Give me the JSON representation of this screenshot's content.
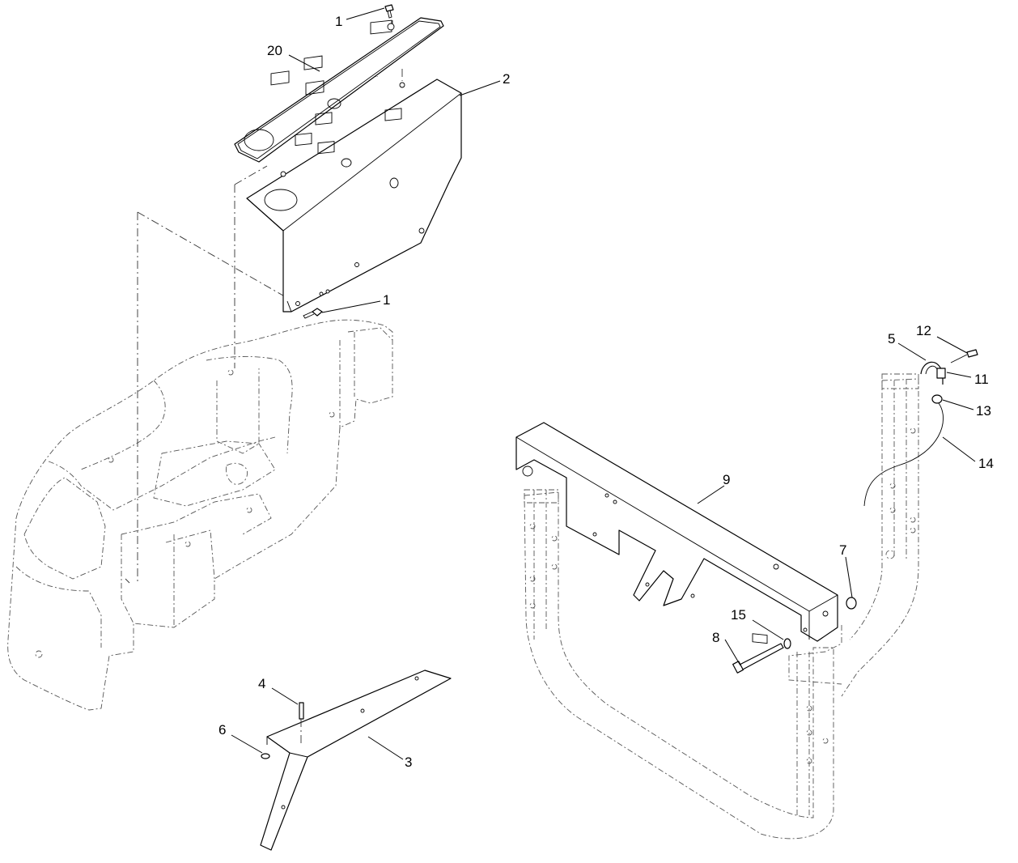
{
  "callouts": [
    {
      "id": "c1a",
      "text": "1"
    },
    {
      "id": "c20",
      "text": "20"
    },
    {
      "id": "c2",
      "text": "2"
    },
    {
      "id": "c1b",
      "text": "1"
    },
    {
      "id": "c12",
      "text": "12"
    },
    {
      "id": "c5",
      "text": "5"
    },
    {
      "id": "c11",
      "text": "11"
    },
    {
      "id": "c13",
      "text": "13"
    },
    {
      "id": "c14",
      "text": "14"
    },
    {
      "id": "c9",
      "text": "9"
    },
    {
      "id": "c7",
      "text": "7"
    },
    {
      "id": "c15",
      "text": "15"
    },
    {
      "id": "c8",
      "text": "8"
    },
    {
      "id": "c4",
      "text": "4"
    },
    {
      "id": "c6",
      "text": "6"
    },
    {
      "id": "c3",
      "text": "3"
    }
  ]
}
